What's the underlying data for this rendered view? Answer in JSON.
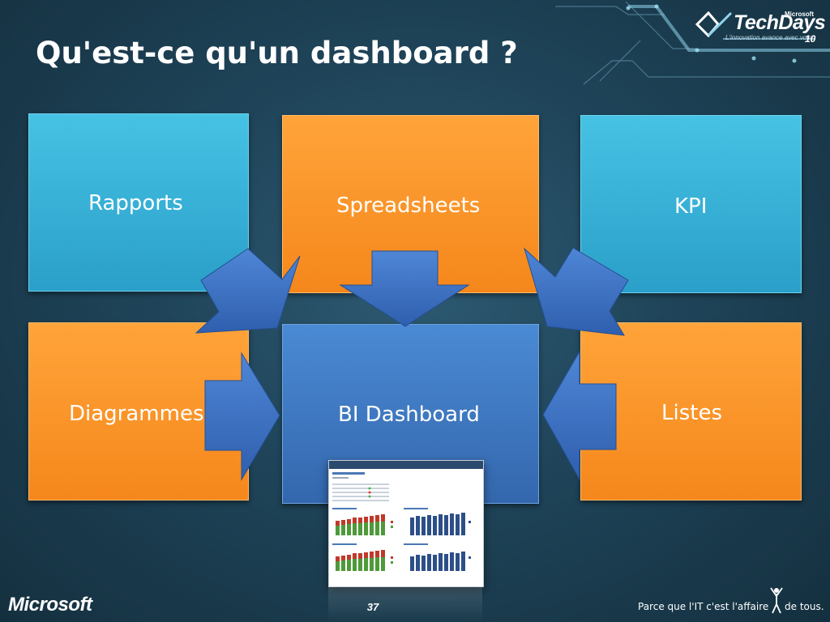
{
  "slide": {
    "title": "Qu'est-ce qu'un dashboard ?",
    "page_number": "37"
  },
  "branding": {
    "event_logo_text": "TechDays",
    "event_logo_brand": "Microsoft",
    "event_logo_tagline": "L'innovation avance avec vous",
    "event_logo_year": "10",
    "footer_logo": "Microsoft",
    "footer_slogan_part1": "Parce que l'IT c'est l'affaire",
    "footer_slogan_part2": "de tous."
  },
  "diagram": {
    "sources": [
      {
        "label": "Rapports",
        "color": "blue"
      },
      {
        "label": "Spreadsheets",
        "color": "orange"
      },
      {
        "label": "KPI",
        "color": "blue"
      },
      {
        "label": "Diagrammes",
        "color": "orange"
      },
      {
        "label": "Listes",
        "color": "orange"
      }
    ],
    "target": {
      "label": "BI Dashboard",
      "color": "blue"
    }
  },
  "colors": {
    "blue_tile": "#2fa8d1",
    "orange_tile": "#f7901f",
    "center_tile": "#3a73bd",
    "arrow": "#3b6fc4",
    "background": "#1f4459"
  }
}
